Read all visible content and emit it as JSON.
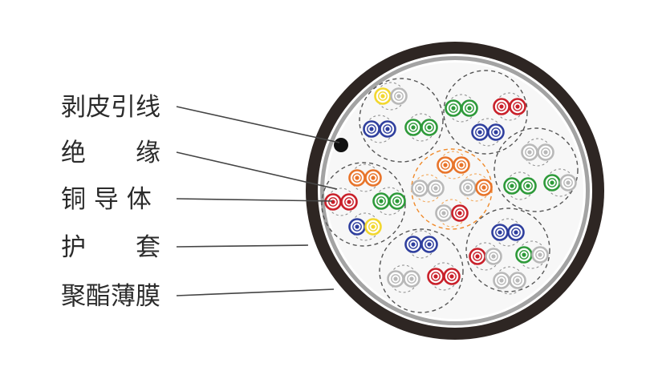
{
  "labels": [
    {
      "key": "drain_wire",
      "text": "剥皮引线"
    },
    {
      "key": "insulation",
      "text": "绝　　缘"
    },
    {
      "key": "conductor",
      "text": "铜 导 体"
    },
    {
      "key": "sheath",
      "text": "护　　套"
    },
    {
      "key": "film",
      "text": "聚酯薄膜"
    }
  ],
  "colors": {
    "sheath": "#2e2623",
    "film": "#9a9a9a",
    "fill": "#f7f7f7",
    "bundle_dash": "#555555",
    "center_bundle_dash": "#f08a2a",
    "drain": "#111111",
    "leader": "#444444"
  },
  "cross_section": {
    "bundles": [
      {
        "name": "top-left",
        "pairs": [
          [
            "yellow",
            "gray"
          ],
          [
            "blue",
            "blue"
          ],
          [
            "green",
            "green"
          ]
        ]
      },
      {
        "name": "top-right",
        "pairs": [
          [
            "green",
            "green"
          ],
          [
            "red",
            "red"
          ],
          [
            "blue",
            "blue"
          ]
        ]
      },
      {
        "name": "left",
        "pairs": [
          [
            "orange",
            "orange"
          ],
          [
            "red",
            "red"
          ],
          [
            "green",
            "green"
          ],
          [
            "blue",
            "yellow"
          ]
        ]
      },
      {
        "name": "center",
        "pairs": [
          [
            "orange",
            "orange"
          ],
          [
            "gray",
            "gray"
          ],
          [
            "gray",
            "orange"
          ],
          [
            "gray",
            "red"
          ]
        ]
      },
      {
        "name": "right",
        "pairs": [
          [
            "gray",
            "gray"
          ],
          [
            "green",
            "green"
          ],
          [
            "green",
            "gray"
          ]
        ]
      },
      {
        "name": "bottom-center",
        "pairs": [
          [
            "blue",
            "blue"
          ],
          [
            "gray",
            "gray"
          ],
          [
            "red",
            "red"
          ]
        ]
      },
      {
        "name": "bottom-right",
        "pairs": [
          [
            "blue",
            "blue"
          ],
          [
            "red",
            "gray"
          ],
          [
            "green",
            "gray"
          ],
          [
            "gray",
            "gray"
          ]
        ]
      }
    ]
  }
}
